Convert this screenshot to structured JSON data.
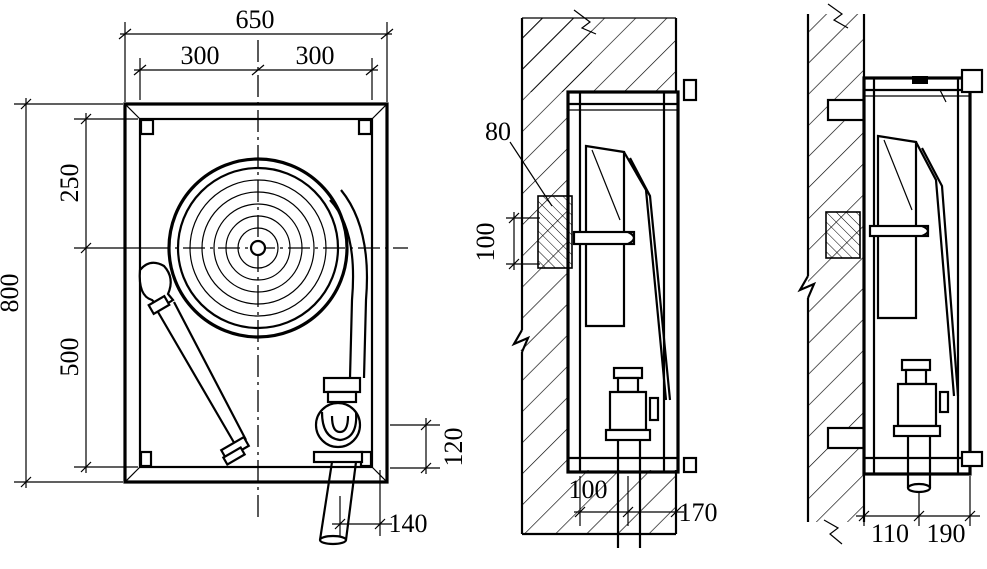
{
  "diagram": {
    "front_view": {
      "dim_total_width": "650",
      "dim_left_half": "300",
      "dim_right_half": "300",
      "dim_total_height": "800",
      "dim_upper": "250",
      "dim_lower": "500",
      "dim_outlet_height": "120",
      "dim_pipe_offset": "140"
    },
    "side_view_recessed": {
      "dim_pipe_depth": "80",
      "dim_pipe_height": "100",
      "dim_bottom_left": "100",
      "dim_bottom_right": "170"
    },
    "side_view_surface": {
      "dim_bottom_left": "110",
      "dim_bottom_right": "190"
    }
  }
}
